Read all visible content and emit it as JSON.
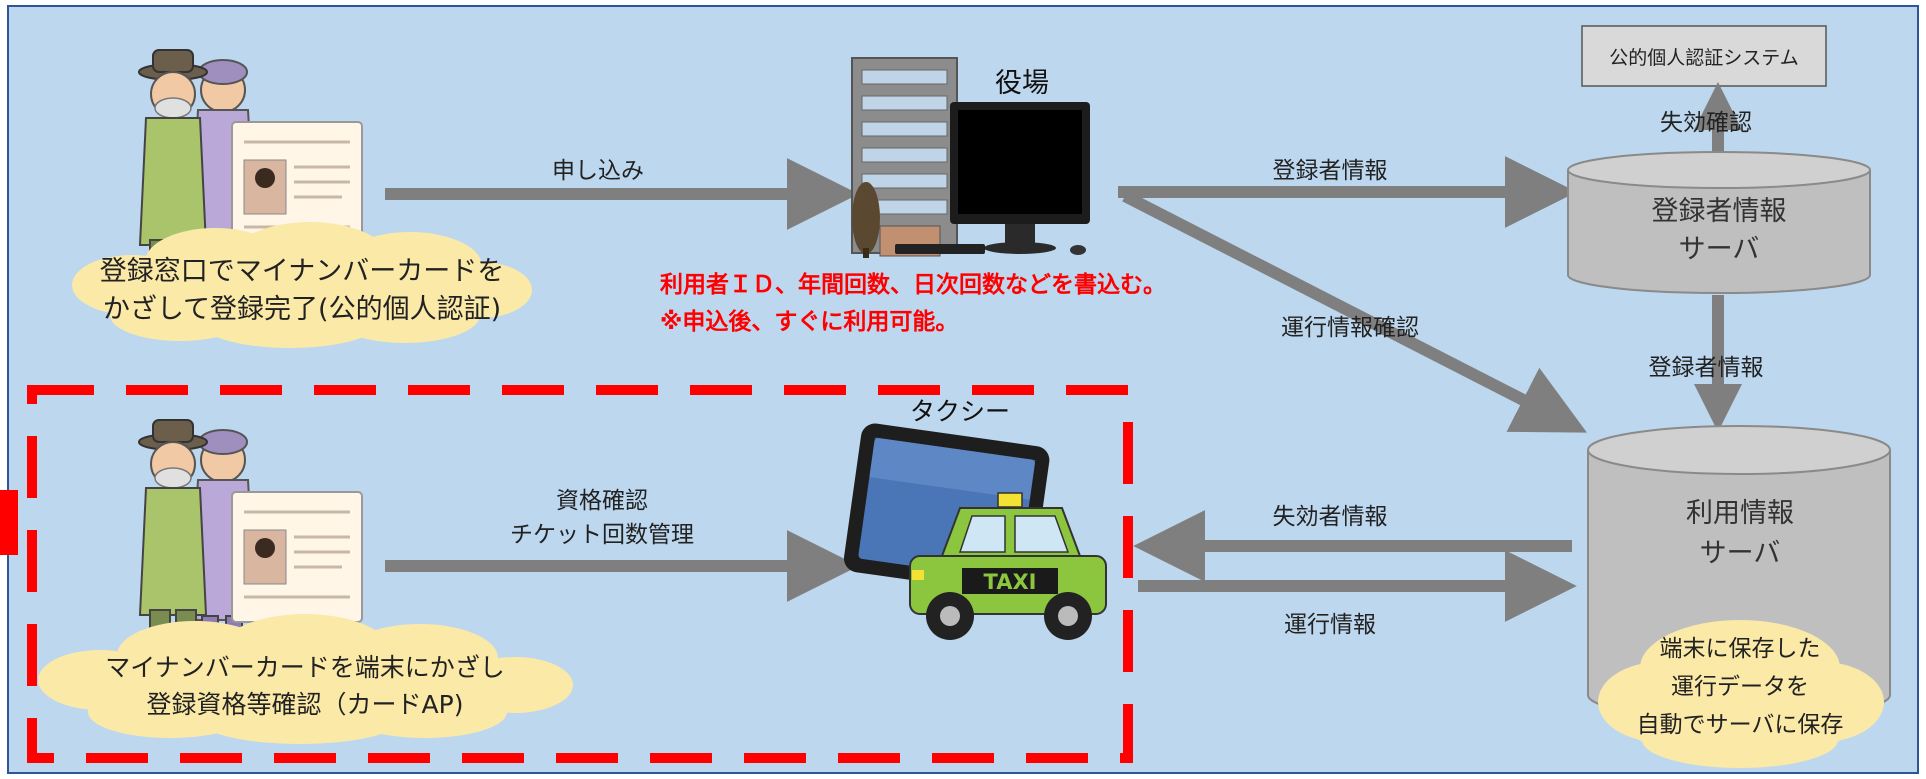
{
  "colors": {
    "background": "#bdd7ee",
    "border": "#2f5597",
    "arrow": "#7f7f7f",
    "cloud": "#fbe9a8",
    "red_text": "#ff0000",
    "dash_box": "#ff0000",
    "server": "#bfbfbf",
    "system_box": "#d9d9d9"
  },
  "icons": [
    "elderly-couple-icon",
    "my-number-card-icon",
    "town-office-building-icon",
    "computer-monitor-icon",
    "tablet-icon",
    "taxi-icon",
    "database-server-icon"
  ],
  "top_flow": {
    "cloud_text": [
      "登録窓口でマイナンバーカードを",
      "かざして登録完了(公的個人認証)"
    ],
    "arrow_label": "申し込み",
    "office_label": "役場",
    "red_note": [
      "利用者ＩＤ、年間回数、日次回数などを書込む。",
      "※申込後、すぐに利用可能。"
    ],
    "to_server_label": "登録者情報",
    "to_usage_label": "運行情報確認"
  },
  "system_box": {
    "label": "公的個人認証システム"
  },
  "revoke_check_label": "失効確認",
  "registrant_server": {
    "label": [
      "登録者情報",
      "サーバ"
    ]
  },
  "server_link_label": "登録者情報",
  "usage_server": {
    "label": [
      "利用情報",
      "サーバ"
    ]
  },
  "save_cloud": [
    "端末に保存した",
    "運行データを",
    "自動でサーバに保存"
  ],
  "bottom_flow": {
    "cloud_text": [
      "マイナンバーカードを端末にかざし",
      "登録資格等確認（カードAP)"
    ],
    "arrow_label": [
      "資格確認",
      "チケット回数管理"
    ],
    "taxi_label": "タクシー",
    "taxi_sign": "TAXI",
    "revoked_info_label": "失効者情報",
    "operation_info_label": "運行情報"
  }
}
